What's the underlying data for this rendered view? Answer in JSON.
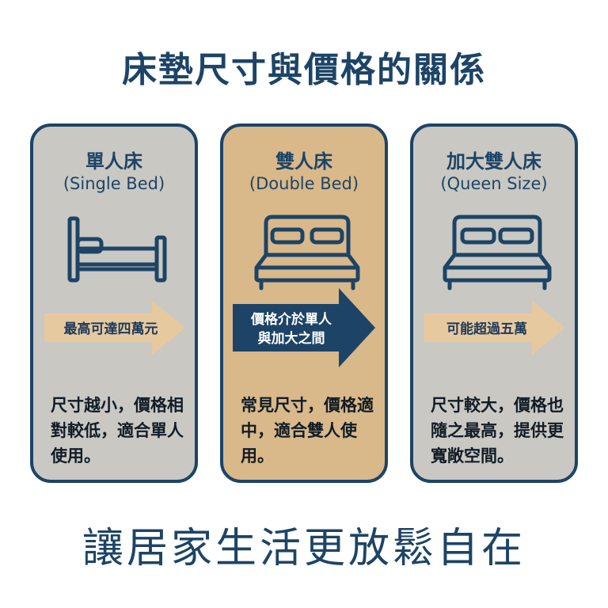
{
  "title": "床墊尺寸與價格的關係",
  "cards": [
    {
      "name": "單人床",
      "english": "(Single Bed)",
      "bed_icon": "single-bed-icon",
      "arrow_text": "最高可達四萬元",
      "description": "尺寸越小，價格相對較低，適合單人使用。"
    },
    {
      "name": "雙人床",
      "english": "(Double Bed)",
      "bed_icon": "double-bed-icon",
      "arrow_text": "價格介於單人與加大之間",
      "arrow_line1": "價格介於單人",
      "arrow_line2": "與加大之間",
      "description": "常見尺寸，價格適中，適合雙人使用。"
    },
    {
      "name": "加大雙人床",
      "english": "(Queen Size)",
      "bed_icon": "queen-bed-icon",
      "arrow_text": "可能超過五萬",
      "description": "尺寸較大，價格也隨之最高，提供更寬敞空間。"
    }
  ],
  "footer": "讓居家生活更放鬆自在",
  "colors": {
    "navy": "#1d4466",
    "card_gray": "#c9c8c3",
    "card_tan": "#d9b88a",
    "arrow_light": "#e7c9a0"
  }
}
